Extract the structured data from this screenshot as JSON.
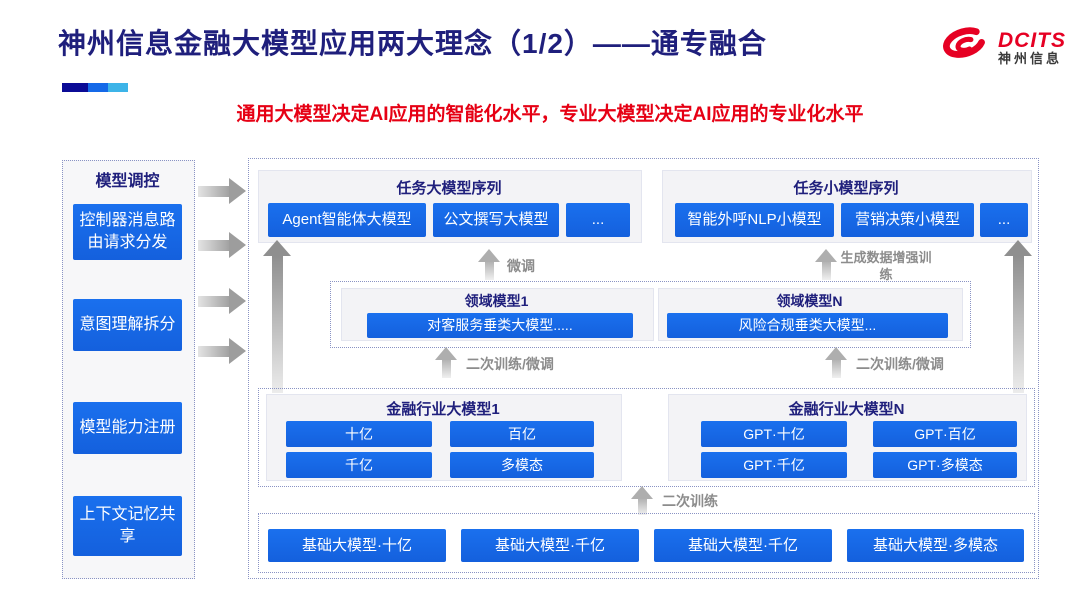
{
  "slide": {
    "title": "神州信息金融大模型应用两大理念（1/2）——通专融合",
    "subtitle": "通用大模型决定AI应用的智能化水平，专业大模型决定AI应用的专业化水平",
    "logo": {
      "brand": "DCITS",
      "company": "神州信息"
    }
  },
  "sidebar": {
    "title": "模型调控",
    "items": [
      "控制器消息路由请求分发",
      "意图理解拆分",
      "模型能力注册",
      "上下文记忆共享"
    ]
  },
  "task_large_group": {
    "title": "任务大模型序列",
    "items": [
      "Agent智能体大模型",
      "公文撰写大模型",
      "..."
    ]
  },
  "task_small_group": {
    "title": "任务小模型序列",
    "items": [
      "智能外呼NLP小模型",
      "营销决策小模型",
      "..."
    ]
  },
  "domain_group": {
    "left": {
      "title": "领域模型1",
      "model": "对客服务垂类大模型....."
    },
    "right": {
      "title": "领域模型N",
      "model": "风险合规垂类大模型..."
    }
  },
  "industry_group": {
    "left": {
      "title": "金融行业大模型1",
      "items": [
        "十亿",
        "百亿",
        "千亿",
        "多模态"
      ]
    },
    "right": {
      "title": "金融行业大模型N",
      "items": [
        "GPT·十亿",
        "GPT·百亿",
        "GPT·千亿",
        "GPT·多模态"
      ]
    }
  },
  "base_group": {
    "items": [
      "基础大模型·十亿",
      "基础大模型·千亿",
      "基础大模型·千亿",
      "基础大模型·多模态"
    ]
  },
  "arrow_labels": {
    "fine_tune": "微调",
    "gen_data_training": "生成数据增强训练",
    "retrain_finetune_left": "二次训练/微调",
    "retrain_finetune_right": "二次训练/微调",
    "retrain": "二次训练"
  },
  "colors": {
    "accent_blue": "#1667E4",
    "title_navy": "#1F1F7C",
    "subtitle_red": "#E60014",
    "logo_red": "#E60023",
    "deco_bar": [
      "#0B0B96",
      "#1569E8",
      "#3DB4E8"
    ]
  }
}
